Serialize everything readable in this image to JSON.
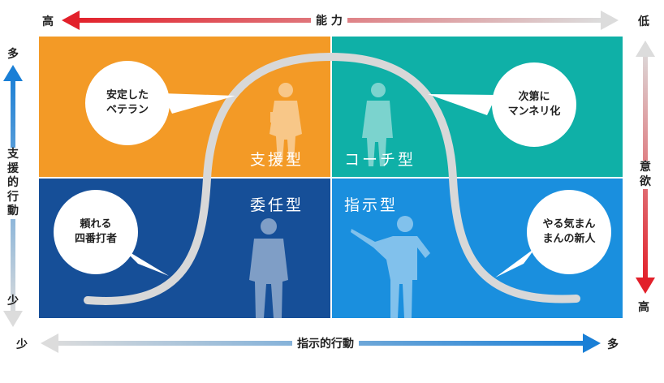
{
  "top_axis": {
    "label": "能 力",
    "left_end": "高",
    "right_end": "低",
    "color_strong": "#e2202a",
    "color_weak": "#dcdcdc"
  },
  "bottom_axis": {
    "label": "指示的行動",
    "left_end": "少",
    "right_end": "多",
    "color_strong": "#1a7fd6",
    "color_weak": "#dcdcdc"
  },
  "left_axis": {
    "label": "支援的行動",
    "top_end": "多",
    "bottom_end": "少",
    "color_strong": "#1a7fd6"
  },
  "right_axis": {
    "label": "意欲",
    "top_end": "低",
    "bottom_end": "高",
    "color_strong": "#e2202a"
  },
  "quadrants": {
    "top_left": {
      "title": "支援型",
      "color": "#f39a26"
    },
    "top_right": {
      "title": "コーチ型",
      "color": "#0fb0a7"
    },
    "bottom_left": {
      "title": "委任型",
      "color": "#164f98"
    },
    "bottom_right": {
      "title": "指示型",
      "color": "#1a8fde"
    }
  },
  "bubbles": {
    "top_left": {
      "line1": "安定した",
      "line2": "ベテラン"
    },
    "top_right": {
      "line1": "次第に",
      "line2": "マンネリ化"
    },
    "bottom_left": {
      "line1": "頼れる",
      "line2": "四番打者"
    },
    "bottom_right": {
      "line1": "やる気まん",
      "line2": "まんの新人"
    }
  }
}
